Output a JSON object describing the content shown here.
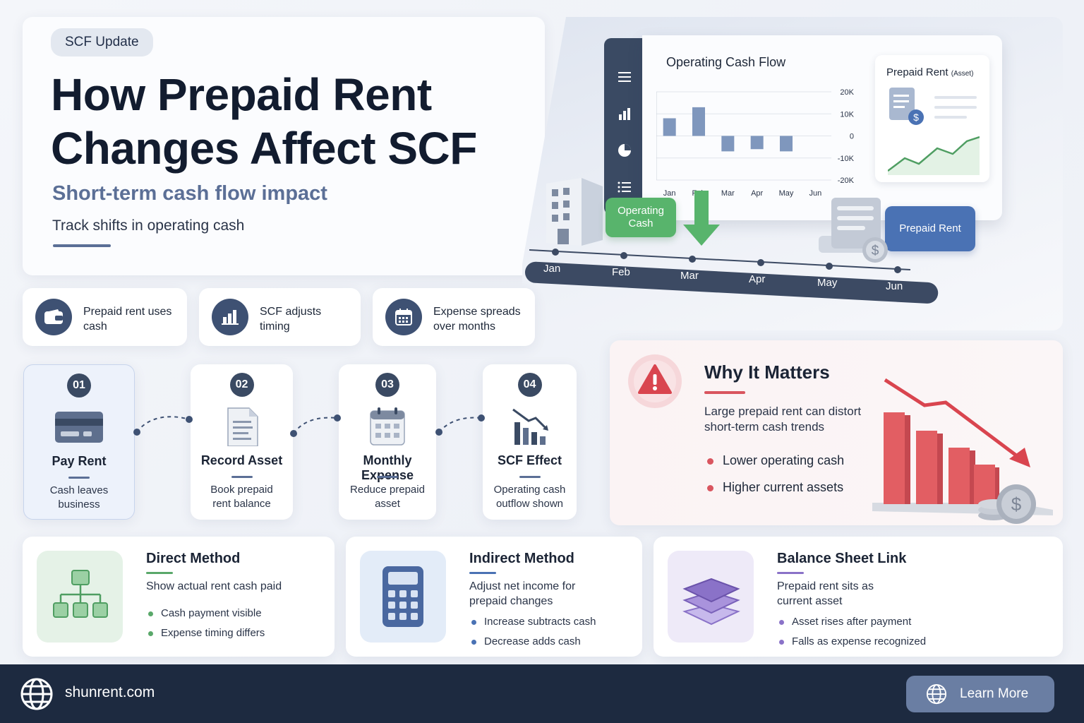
{
  "hero": {
    "badge": "SCF Update",
    "title_line1": "How Prepaid Rent",
    "title_line2": "Changes Affect SCF",
    "subtitle": "Short-term cash flow impact",
    "description": "Track shifts in operating cash"
  },
  "scene": {
    "chart_title": "Operating Cash Flow",
    "asset_card_title": "Prepaid Rent",
    "asset_card_note": "(Asset)",
    "tag_operating": "Operating Cash",
    "tag_prepaid": "Prepaid Rent",
    "timeline": [
      "Jan",
      "Feb",
      "Mar",
      "Apr",
      "May",
      "Jun"
    ]
  },
  "chart_data": {
    "type": "bar",
    "title": "Operating Cash Flow",
    "categories": [
      "Jan",
      "Feb",
      "Mar",
      "Apr",
      "May",
      "Jun"
    ],
    "values": [
      8000,
      13000,
      -7000,
      -6000,
      -7000,
      0
    ],
    "yticks": [
      "20K",
      "10K",
      "0",
      "-10K",
      "-20K"
    ],
    "ylim": [
      -20000,
      20000
    ],
    "grid": true,
    "bar_color": "#7f97bd"
  },
  "chips": [
    {
      "label": "Prepaid rent uses cash",
      "line1": "Prepaid rent uses",
      "line2": "cash",
      "icon": "wallet-icon"
    },
    {
      "label": "SCF adjusts timing",
      "line1": "SCF adjusts",
      "line2": "timing",
      "icon": "bar-chart-icon"
    },
    {
      "label": "Expense spreads over months",
      "line1": "Expense spreads",
      "line2": "over months",
      "icon": "calendar-icon"
    }
  ],
  "steps": [
    {
      "num": "01",
      "title": "Pay Rent",
      "line1": "Cash leaves",
      "line2": "business",
      "icon": "credit-card-icon"
    },
    {
      "num": "02",
      "title": "Record Asset",
      "line1": "Book prepaid",
      "line2": "rent balance",
      "icon": "document-icon"
    },
    {
      "num": "03",
      "title": "Monthly Expense",
      "line1": "Reduce prepaid",
      "line2": "asset",
      "icon": "calendar-icon"
    },
    {
      "num": "04",
      "title": "SCF Effect",
      "line1": "Operating cash",
      "line2": "outflow shown",
      "icon": "declining-chart-icon"
    }
  ],
  "why": {
    "title": "Why It Matters",
    "line1": "Large prepaid rent can distort",
    "line2": "short-term cash trends",
    "bullets": [
      "Lower operating cash",
      "Higher current assets"
    ],
    "accent": "#d9555f"
  },
  "methods": [
    {
      "title": "Direct Method",
      "line1": "Show actual rent cash paid",
      "line2": "",
      "bullets": [
        "Cash payment visible",
        "Expense timing differs"
      ],
      "accent": "#5aa86a",
      "icon": "hierarchy-icon"
    },
    {
      "title": "Indirect Method",
      "line1": "Adjust net income for",
      "line2": "prepaid changes",
      "bullets": [
        "Increase subtracts cash",
        "Decrease adds cash"
      ],
      "accent": "#4a72b4",
      "icon": "calculator-icon"
    },
    {
      "title": "Balance Sheet Link",
      "line1": "Prepaid rent sits as",
      "line2": "current asset",
      "bullets": [
        "Asset rises after payment",
        "Falls as expense recognized"
      ],
      "accent": "#8a72c8",
      "icon": "layers-icon"
    }
  ],
  "footer": {
    "site": "shunrent.com",
    "cta": "Learn More"
  }
}
